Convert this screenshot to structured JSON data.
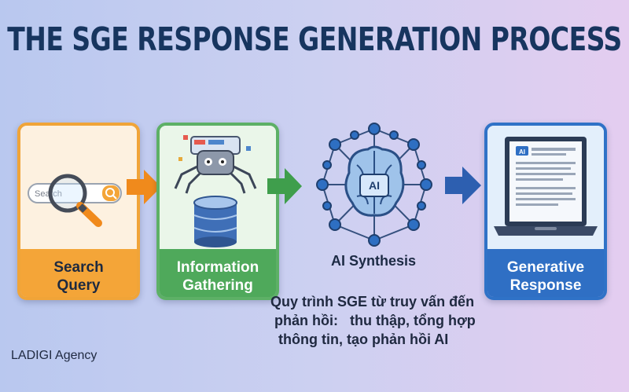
{
  "title": "THE SGE RESPONSE GENERATION PROCESS",
  "steps": [
    {
      "label_line1": "Search",
      "label_line2": "Query",
      "color": "#f4a538"
    },
    {
      "label_line1": "Information",
      "label_line2": "Gathering",
      "color": "#4fa95b"
    },
    {
      "label": "AI Synthesis",
      "color": "#2f6fc4"
    },
    {
      "label_line1": "Generative",
      "label_line2": "Response",
      "color": "#2f6fc4"
    }
  ],
  "search_placeholder": "Search",
  "ai_chip_text": "AI",
  "response_badge": "AI",
  "caption_lines": [
    "Quy trình SGE từ truy vấn đến",
    " phản hồi:   thu thập, tổng hợp",
    "  thông tin, tạo phản hồi AI"
  ],
  "footer": "LADIGI Agency",
  "icons": [
    "magnifier-icon",
    "robot-spider-icon",
    "database-icon",
    "brain-network-icon",
    "laptop-icon"
  ]
}
